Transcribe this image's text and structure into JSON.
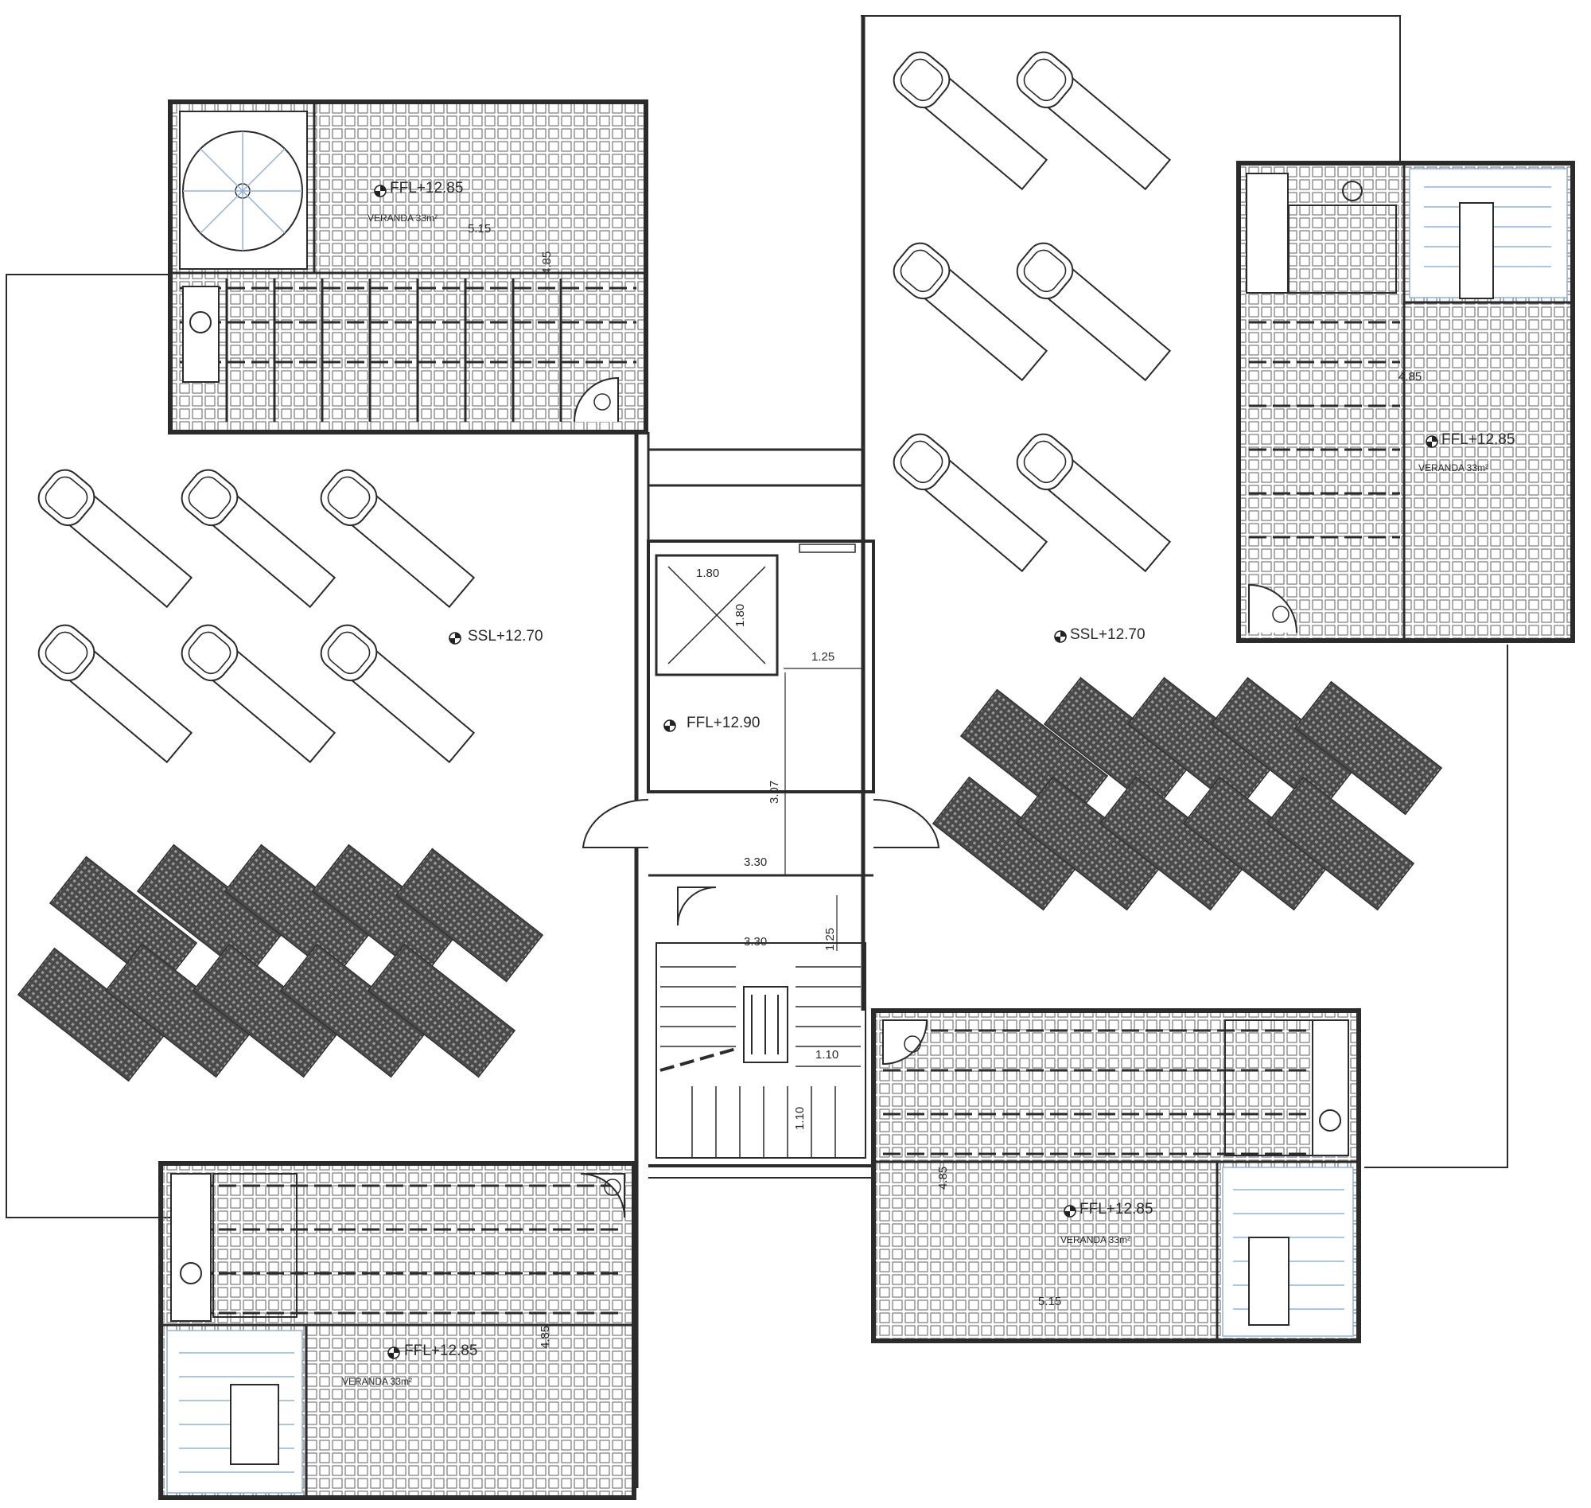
{
  "levels": {
    "ffl_nw": "FFL+12.85",
    "ffl_ne": "FFL+12.85",
    "ffl_sw": "FFL+12.85",
    "ffl_se": "FFL+12.85",
    "ssl_west": "SSL+12.70",
    "ssl_east": "SSL+12.70",
    "ffl_core": "FFL+12.90"
  },
  "rooms": {
    "veranda_nw": "VERANDA 33m²",
    "veranda_ne": "VERANDA 33m²",
    "veranda_sw": "VERANDA 33m²",
    "veranda_se": "VERANDA 33m²"
  },
  "dimensions": {
    "nw_veranda_width": "5.15",
    "se_veranda_width": "5.15",
    "lift_width": "1.80",
    "lift_depth": "1.80",
    "lobby_width": "1.25",
    "lobby_height": "3.07",
    "corridor_width": "3.30",
    "stair_width": "3.30",
    "stair_depth": "1.25",
    "stair_flight": "1.10",
    "stair_landing": "1.10",
    "nw_depth": "4.85",
    "ne_depth": "4.85",
    "sw_depth": "4.85",
    "se_depth": "4.85"
  },
  "colors": {
    "line": "#2b2b2b",
    "tile": "#7a7a7a",
    "panel": "#4a4a4a",
    "stair_blue": "#8fb3d9"
  },
  "symbols": {
    "level_marker": "level-marker-icon",
    "sun_lounger": "sun-lounger-icon",
    "solar_panel": "solar-panel-icon",
    "spiral_stair": "spiral-stair-icon"
  }
}
